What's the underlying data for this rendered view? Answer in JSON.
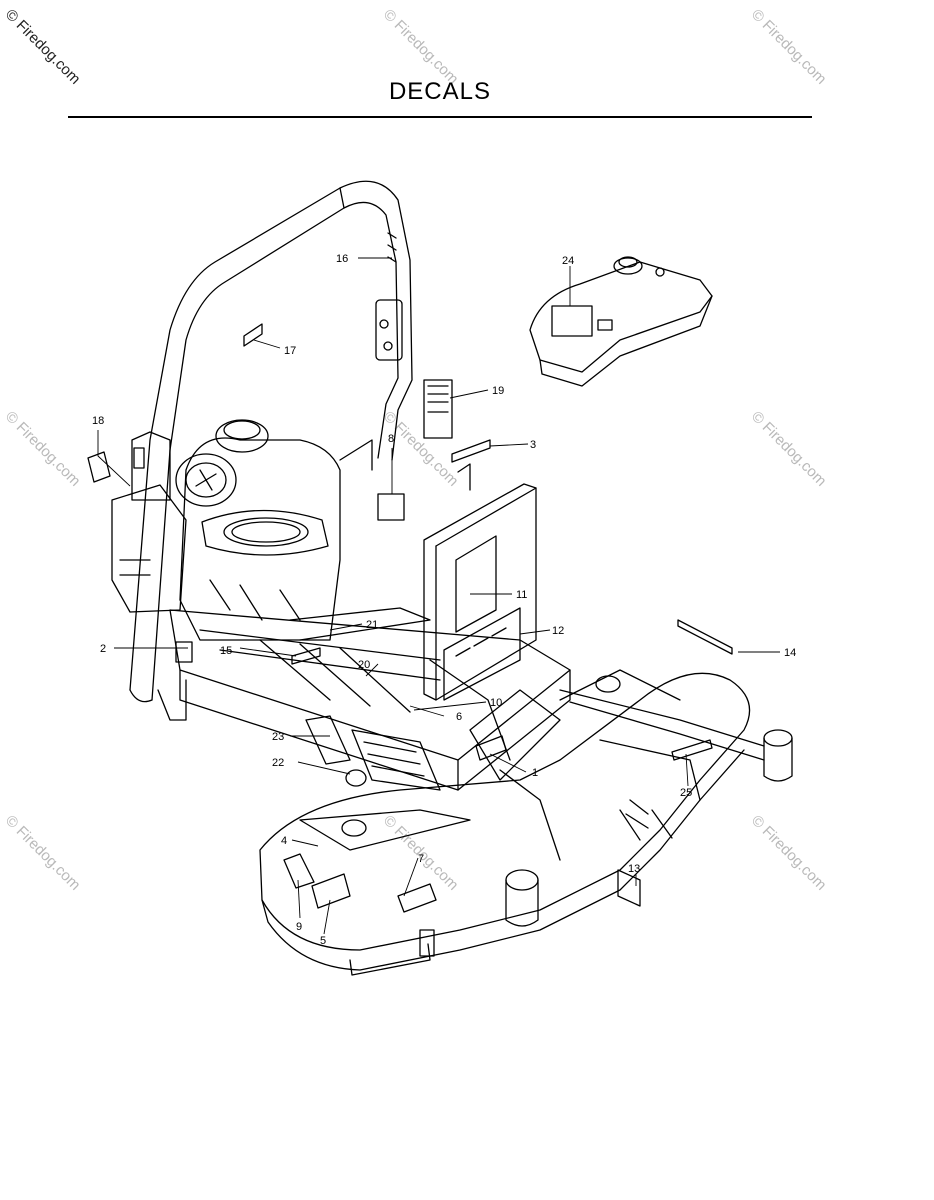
{
  "title": "DECALS",
  "watermark": "© Firedog.com",
  "callouts": [
    {
      "num": "1"
    },
    {
      "num": "2"
    },
    {
      "num": "3"
    },
    {
      "num": "4"
    },
    {
      "num": "5"
    },
    {
      "num": "6"
    },
    {
      "num": "7"
    },
    {
      "num": "8"
    },
    {
      "num": "9"
    },
    {
      "num": "10"
    },
    {
      "num": "11"
    },
    {
      "num": "12"
    },
    {
      "num": "13"
    },
    {
      "num": "14"
    },
    {
      "num": "15"
    },
    {
      "num": "16"
    },
    {
      "num": "17"
    },
    {
      "num": "18"
    },
    {
      "num": "19"
    },
    {
      "num": "20"
    },
    {
      "num": "21"
    },
    {
      "num": "22"
    },
    {
      "num": "23"
    },
    {
      "num": "24"
    },
    {
      "num": "25"
    }
  ]
}
